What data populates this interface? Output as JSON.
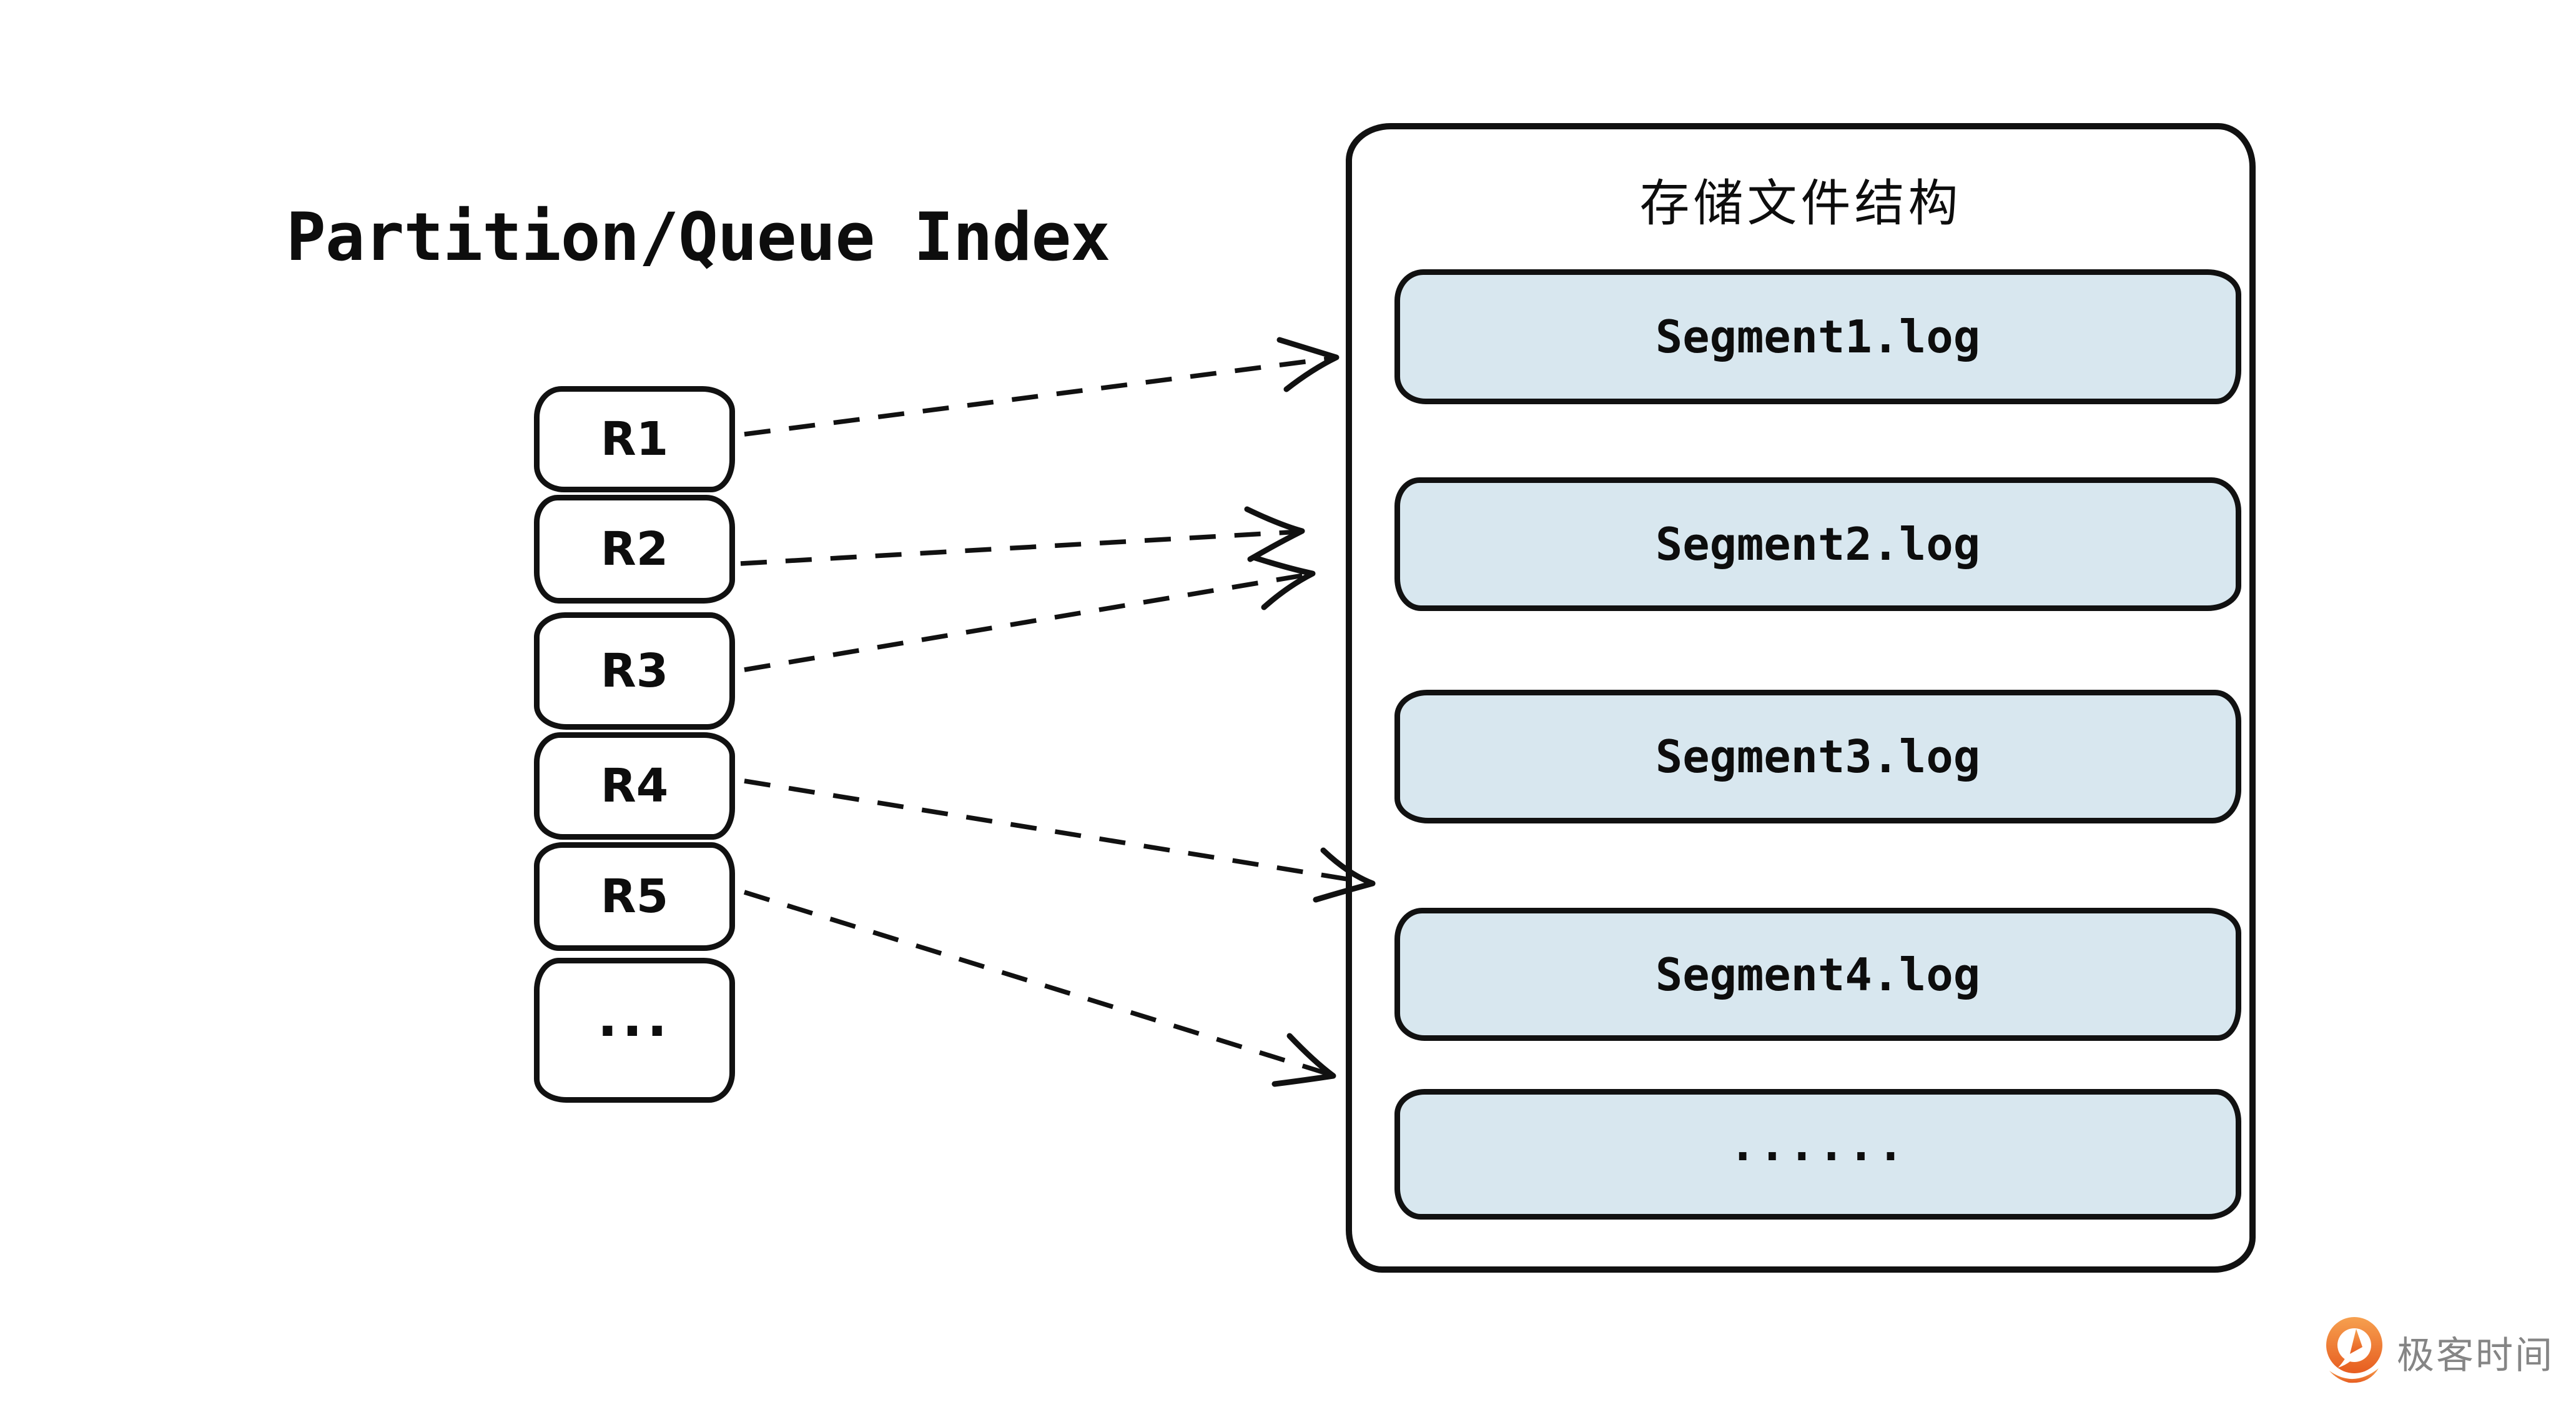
{
  "left_panel": {
    "title": "Partition/Queue Index",
    "items": [
      "R1",
      "R2",
      "R3",
      "R4",
      "R5",
      "..."
    ]
  },
  "storage": {
    "title": "存储文件结构",
    "segments": [
      "Segment1.log",
      "Segment2.log",
      "Segment3.log",
      "Segment4.log",
      "......"
    ]
  },
  "arrows": [
    {
      "from": "R1",
      "to": "Segment1.log"
    },
    {
      "from": "R2",
      "to": "Segment2.log"
    },
    {
      "from": "R3",
      "to": "Segment2.log"
    },
    {
      "from": "R4",
      "to": "Segment4.log"
    },
    {
      "from": "R5",
      "to": "......"
    }
  ],
  "footer": {
    "brand": "极客时间",
    "logo_icon": "geektime-pin-icon"
  },
  "colors": {
    "background": "#ffffff",
    "stroke": "#111111",
    "segment_fill": "#d8e7ef",
    "logo_orange": "#ed7434",
    "logo_text_gray": "#858585"
  }
}
